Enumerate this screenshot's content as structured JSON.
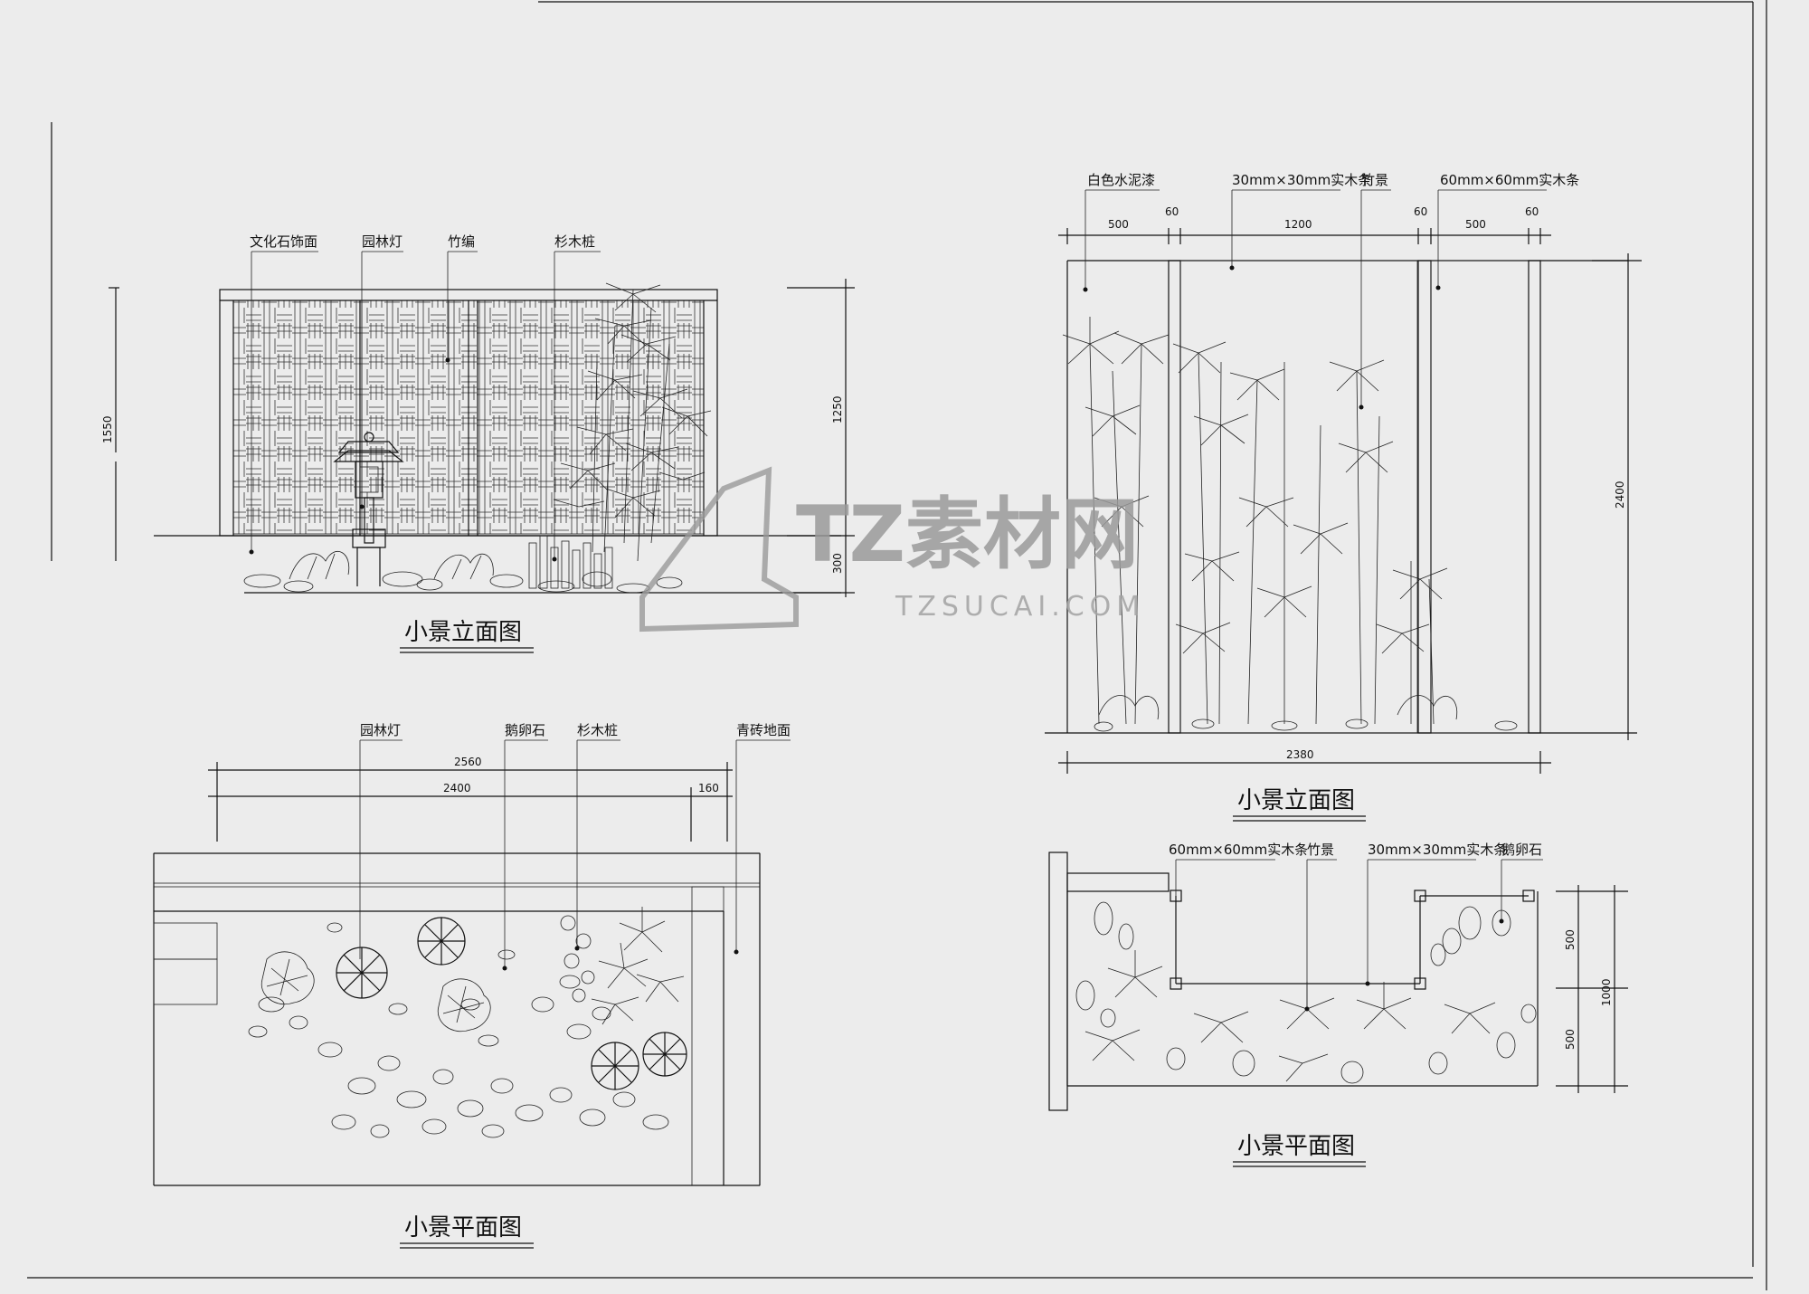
{
  "elevation_left": {
    "title": "小景立面图",
    "labels": [
      "文化石饰面",
      "园林灯",
      "竹编",
      "杉木桩"
    ],
    "dims": {
      "overall": "1550",
      "panel": "1250",
      "base": "300"
    }
  },
  "plan_left": {
    "title": "小景平面图",
    "labels": [
      "园林灯",
      "鹅卵石",
      "杉木桩",
      "青砖地面"
    ],
    "dims": {
      "overall": "2560",
      "inner": "2400",
      "edge": "160"
    }
  },
  "elevation_right": {
    "title": "小景立面图",
    "labels": [
      "白色水泥漆",
      "30mm×30mm实木条",
      "竹景",
      "60mm×60mm实木条"
    ],
    "dims": {
      "seg1": "500",
      "seg2": "60",
      "seg3": "1200",
      "seg4": "60",
      "seg5": "500",
      "seg6": "60",
      "height": "2400",
      "width": "2380"
    }
  },
  "plan_right": {
    "title": "小景平面图",
    "labels": [
      "60mm×60mm实木条",
      "竹景",
      "30mm×30mm实木条",
      "鹅卵石"
    ],
    "dims": {
      "top": "500",
      "total": "1000",
      "bottom": "500"
    }
  },
  "watermark": {
    "text": "TZ素材网",
    "sub": "TZSUCAI.COM"
  },
  "colors": {
    "paper": "#ececec",
    "ink": "#111111",
    "watermark": "#9a9a9a"
  }
}
